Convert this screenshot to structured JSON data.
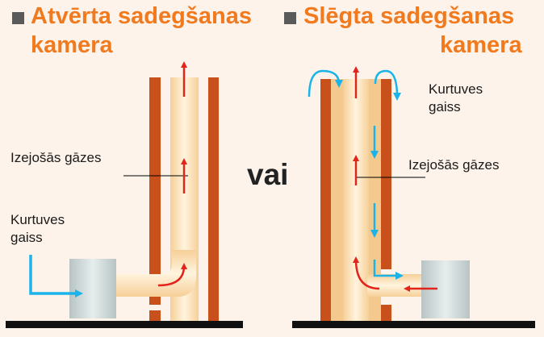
{
  "left": {
    "title_line1": "Atvērta sadegšanas",
    "title_line2": "kamera",
    "label_gases": "Izejošās gāzes",
    "label_air_line1": "Kurtuves",
    "label_air_line2": "gaiss"
  },
  "center": {
    "label": "vai"
  },
  "right": {
    "title_line1": "Slēgta sadegšanas",
    "title_line2": "kamera",
    "label_air_line1": "Kurtuves",
    "label_air_line2": "gaiss",
    "label_gases": "Izejošās gāzes"
  },
  "colors": {
    "title": "#f27a1e",
    "wall": "#c8511b",
    "flue": "#fce6c3",
    "boiler": "#cfd8d8",
    "exhaust_arrow": "#e2241a",
    "air_arrow": "#1ab4ea",
    "ground": "#111111"
  }
}
